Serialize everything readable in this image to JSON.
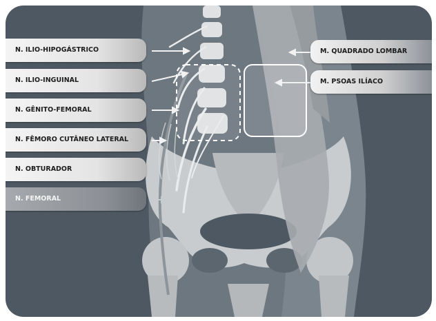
{
  "colors": {
    "background": "#4e5862",
    "label_light": "#e9e9e9",
    "label_dark": "#8c9095",
    "highlight_box": "#ffffff"
  },
  "labels_left": [
    "N. ILIO-HIPOGÁSTRICO",
    "N. ILIO-INGUINAL",
    "N. GÊNITO-FEMORAL",
    "N. FÊMORO CUTÂNEO LATERAL",
    "N. OBTURADOR",
    "N. FEMORAL"
  ],
  "labels_right": [
    "M. QUADRADO LOMBAR",
    "M. PSOAS ILÍACO"
  ]
}
